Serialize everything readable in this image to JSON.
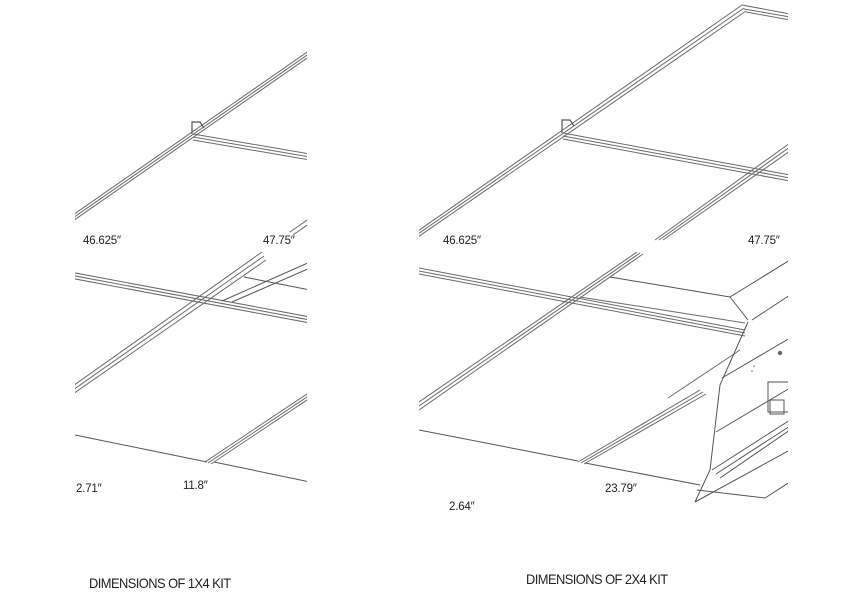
{
  "kits": [
    {
      "id": "1x4",
      "caption": "DIMENSIONS OF 1X4 KIT",
      "dimensions": {
        "length_left": "46.625″",
        "length_right": "47.75″",
        "height": "2.71″",
        "width": "11.8″"
      }
    },
    {
      "id": "2x4",
      "caption": "DIMENSIONS OF 2X4 KIT",
      "dimensions": {
        "length_left": "46.625″",
        "length_right": "47.75″",
        "height": "2.64″",
        "width": "23.79″"
      }
    }
  ],
  "colors": {
    "line": "#555555",
    "text": "#222222",
    "background": "#ffffff"
  }
}
